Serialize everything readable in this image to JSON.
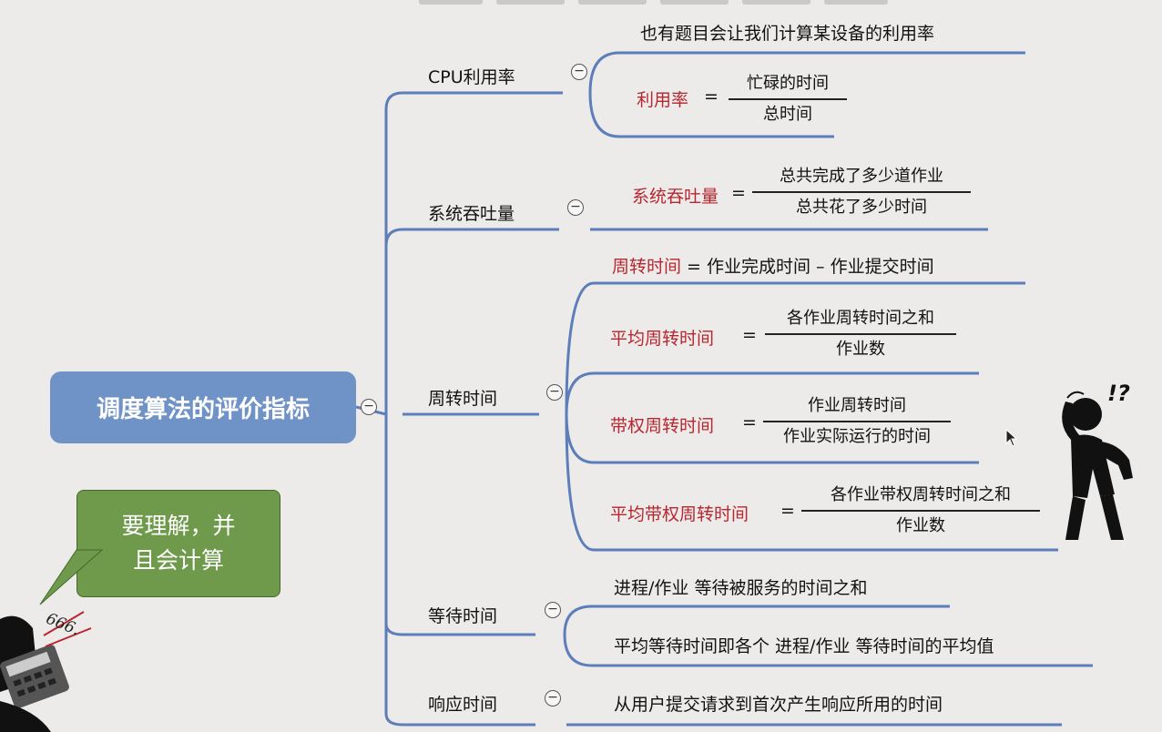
{
  "root": {
    "label": "调度算法的评价指标"
  },
  "toggle_symbol": "−",
  "branches": {
    "cpu": {
      "label": "CPU利用率",
      "note": "也有题目会让我们计算某设备的利用率",
      "formula": {
        "name": "利用率",
        "eq": "=",
        "num": "忙碌的时间",
        "den": "总时间"
      }
    },
    "throughput": {
      "label": "系统吞吐量",
      "formula": {
        "name": "系统吞吐量",
        "eq": "=",
        "num": "总共完成了多少道作业",
        "den": "总共花了多少时间"
      }
    },
    "turnaround": {
      "label": "周转时间",
      "line1": {
        "name": "周转时间",
        "rest": " = 作业完成时间 – 作业提交时间"
      },
      "avg": {
        "name": "平均周转时间",
        "eq": "=",
        "num": "各作业周转时间之和",
        "den": "作业数"
      },
      "weighted": {
        "name": "带权周转时间",
        "eq": "=",
        "num": "作业周转时间",
        "den": "作业实际运行的时间"
      },
      "avg_weighted": {
        "name": "平均带权周转时间",
        "eq": "=",
        "num": "各作业带权周转时间之和",
        "den": "作业数"
      }
    },
    "waiting": {
      "label": "等待时间",
      "item1": "进程/作业 等待被服务的时间之和",
      "item2": "平均等待时间即各个 进程/作业 等待时间的平均值"
    },
    "response": {
      "label": "响应时间",
      "item1": "从用户提交请求到首次产生响应所用的时间"
    }
  },
  "callout": {
    "line1": "要理解，并",
    "line2": "且会计算"
  },
  "sticker_text": "666.",
  "thinker_text": "!?",
  "colors": {
    "root": "#6f93c6",
    "lines": "#5d7eb8",
    "highlight": "#b8262f",
    "callout": "#6f9a4b"
  }
}
